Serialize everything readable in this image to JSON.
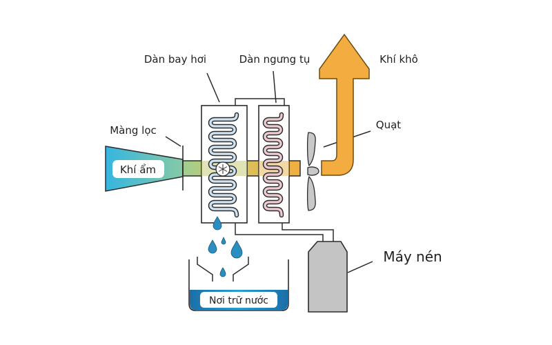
{
  "title": "Sơ đồ nguyên lý máy hút ẩm",
  "labels": {
    "evaporator": "Dàn bay hơi",
    "condenser": "Dàn ngưng tụ",
    "dry_air": "Khí khô",
    "fan": "Quạt",
    "filter": "Màng lọc",
    "humid_air": "Khí ẩm",
    "compressor": "Máy nén",
    "water_tank": "Nơi trữ nước"
  },
  "colors": {
    "humid_air": "#3db7d8",
    "airflow_mid": "#9fc98e",
    "airflow_warm": "#e9b04a",
    "dry_air_arrow": "#f2ac3f",
    "evaporator_coil": "#c9def0",
    "condenser_coil": "#ebc7cc",
    "water": "#1f86b4",
    "compressor": "#c4c4c4",
    "outline": "#2b2b2b"
  }
}
